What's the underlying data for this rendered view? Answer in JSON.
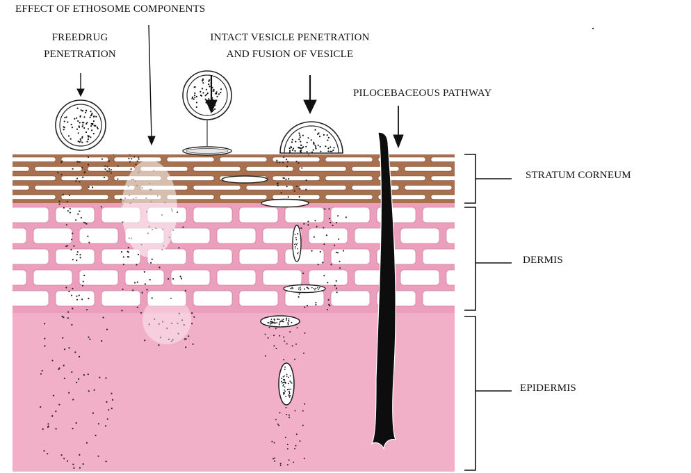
{
  "labels": {
    "effect": "EFFECT OF ETHOSOME COMPONENTS",
    "freedrug_l1": "FREEDRUG",
    "freedrug_l2": "PENETRATION",
    "intact_l1": "INTACT VESICLE PENETRATION",
    "intact_l2": "AND FUSION OF VESICLE",
    "pilo": "PILOCEBACEOUS PATHWAY",
    "stratum": "STRATUM CORNEUM",
    "dermis": "DERMIS",
    "epidermis": "EPIDERMIS"
  },
  "colors": {
    "corneum_brown": "#a8704e",
    "skin_pink": "#ec9fbc",
    "deep_pink": "#f2b0c9",
    "cell_white": "#ffffff",
    "hair": "#0d0d0d",
    "ink": "#111111"
  }
}
